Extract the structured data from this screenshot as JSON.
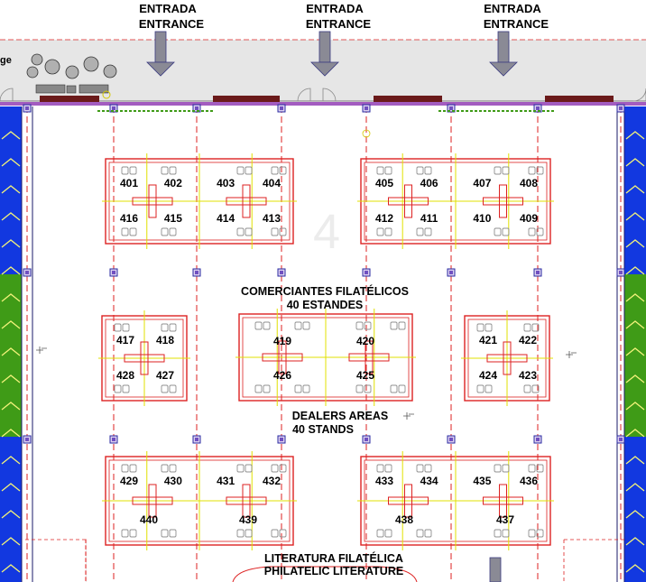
{
  "entrances": [
    {
      "line1": "ENTRADA",
      "line2": "ENTRANCE"
    },
    {
      "line1": "ENTRADA",
      "line2": "ENTRANCE"
    },
    {
      "line1": "ENTRADA",
      "line2": "ENTRANCE"
    }
  ],
  "lounge_label": "ge",
  "areas": {
    "dealers_es_1": "COMERCIANTES FILATÉLICOS",
    "dealers_es_2": "40 ESTANDES",
    "dealers_en_1": "DEALERS AREAS",
    "dealers_en_2": "40 STANDS",
    "literature_es": "LITERATURA FILATÉLICA",
    "literature_en": "PHILATELIC LITERATURE"
  },
  "background_number": "4",
  "stands": [
    "401",
    "402",
    "403",
    "404",
    "405",
    "406",
    "407",
    "408",
    "409",
    "410",
    "411",
    "412",
    "413",
    "414",
    "415",
    "416",
    "417",
    "418",
    "419",
    "420",
    "421",
    "422",
    "423",
    "424",
    "425",
    "426",
    "427",
    "428",
    "429",
    "430",
    "431",
    "432",
    "433",
    "434",
    "435",
    "436",
    "437",
    "438",
    "439",
    "440"
  ],
  "colors": {
    "stand_outline": "#dd2222",
    "aisle_line": "#e0e000",
    "side_band_blue": "#1238e0",
    "side_band_green": "#3f9b17",
    "wall_purple": "#a35cc0",
    "arrow_fill": "#8a8a95",
    "chair_gray": "#909090"
  }
}
